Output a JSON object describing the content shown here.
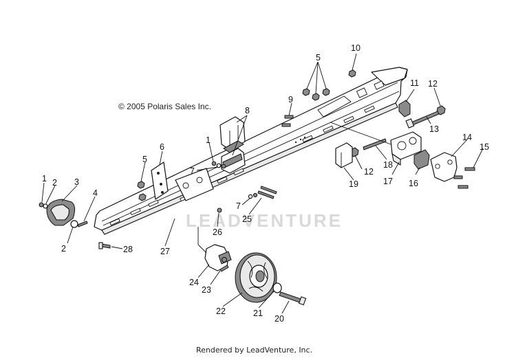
{
  "diagram": {
    "copyright": "© 2005 Polaris Sales Inc.",
    "watermark": "LEADVENTURE",
    "footer": "Rendered by LeadVenture, Inc.",
    "callouts": [
      "1",
      "2",
      "3",
      "4",
      "2",
      "5",
      "1",
      "7",
      "6",
      "8",
      "9",
      "5",
      "10",
      "11",
      "12",
      "13",
      "12",
      "18",
      "17",
      "16",
      "14",
      "15",
      "19",
      "7",
      "25",
      "26",
      "27",
      "28",
      "24",
      "23",
      "22",
      "21",
      "20"
    ]
  }
}
